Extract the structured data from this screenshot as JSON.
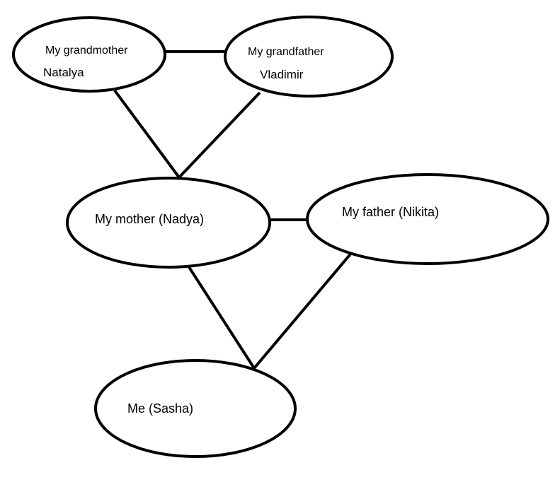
{
  "diagram": {
    "grandmother": {
      "line1": "My grandmother",
      "line2": "Natalya"
    },
    "grandfather": {
      "line1": "My grandfather",
      "line2": "Vladimir"
    },
    "mother": {
      "label": "My mother (Nadya)"
    },
    "father": {
      "label": "My father (Nikita)"
    },
    "me": {
      "label": "Me (Sasha)"
    }
  },
  "colors": {
    "stroke": "#000000",
    "background": "#ffffff",
    "text": "#000000"
  }
}
